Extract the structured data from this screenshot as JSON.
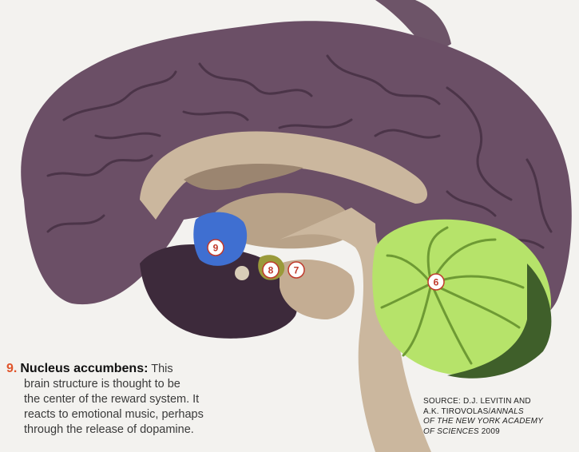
{
  "caption": {
    "number": "9.",
    "title": "Nucleus accumbens:",
    "text_lines": [
      "This",
      "brain structure is thought to be",
      "the center of the reward system. It",
      "reacts to emotional music, perhaps",
      "through the release of dopamine."
    ]
  },
  "source": {
    "line1": "SOURCE: D.J. LEVITIN AND",
    "line2_plain": "A.K. TIROVOLAS/",
    "line2_italic": "ANNALS",
    "line3_italic": "OF THE NEW YORK ACADEMY",
    "line4_italic": "OF SCIENCES",
    "line4_plain": " 2009"
  },
  "markers": {
    "m6": "6",
    "m7": "7",
    "m8": "8",
    "m9": "9"
  },
  "colors": {
    "cortex": "#6b4f66",
    "cortex_dark": "#4b3448",
    "inner": "#cbb79e",
    "cerebellum": "#b6e36a",
    "cerebellum_dark": "#3f5f2a",
    "nucleus": "#3f6fd1",
    "amygdala": "#9a9a3a",
    "accent": "#e0542a"
  }
}
